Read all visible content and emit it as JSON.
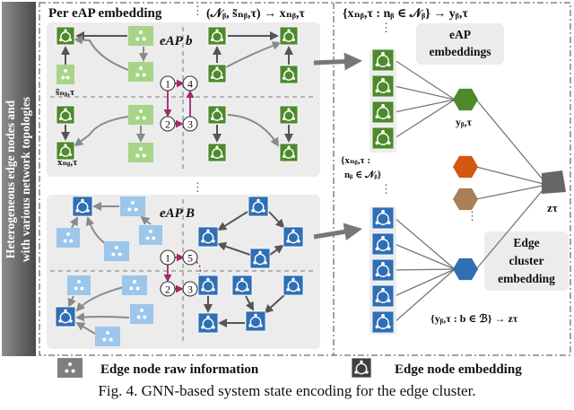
{
  "colors": {
    "green": "#4e8a2c",
    "green_light": "#a8d48a",
    "blue": "#2f6fb5",
    "blue_light": "#9cc6ea",
    "orange": "#d2570f",
    "tan": "#a87f58",
    "magenta": "#a4286a",
    "dark_gray": "#555555",
    "panel_gray": "#ececec",
    "sidebar_start": "#8c8c8c",
    "sidebar_end": "#4a4a4a"
  },
  "sidebar": {
    "line1": "Heterogeneous edge nodes and",
    "line2": "with various network topologies"
  },
  "left_panel": {
    "heading": "Per eAP embedding",
    "formula": "(𝒩ᵦ, s̃ₙᵦ,τ) → xₙᵦ,τ",
    "eap_b_label": "eAP b",
    "eap_B_label": "eAP B",
    "s_label": "s̃ₙᵦ,τ",
    "x_label": "xₙᵦ,τ",
    "step_labels": [
      "1",
      "2",
      "3",
      "4",
      "1",
      "2",
      "3",
      "5"
    ]
  },
  "right_panel": {
    "top_formula": "{xₙᵦ,τ : nᵦ ∈ 𝒩ᵦ} → yᵦ,τ",
    "eap_embeddings_label": [
      "eAP",
      "embeddings"
    ],
    "y_label": "yᵦ,τ",
    "set_label": [
      "{xₙᵦ,τ :",
      "nᵦ ∈ 𝒩ᵦ}"
    ],
    "edge_cluster_label": [
      "Edge",
      "cluster",
      "embedding"
    ],
    "z_label": "zτ",
    "bottom_formula": "{yᵦ,τ : b ∈ ℬ} → zτ"
  },
  "legend": {
    "raw_info": "Edge node raw information",
    "node_embedding": "Edge node embedding"
  },
  "caption": "Fig. 4.  GNN-based system state encoding for the edge cluster."
}
